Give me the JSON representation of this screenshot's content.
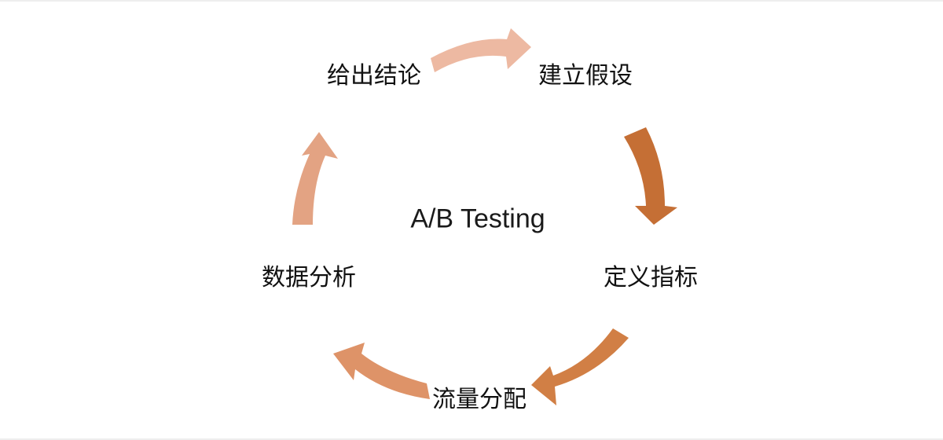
{
  "diagram": {
    "center_title": "A/B Testing",
    "steps": [
      {
        "id": "hypothesis",
        "label": "建立假设"
      },
      {
        "id": "metrics",
        "label": "定义指标"
      },
      {
        "id": "traffic",
        "label": "流量分配"
      },
      {
        "id": "analysis",
        "label": "数据分析"
      },
      {
        "id": "conclusion",
        "label": "给出结论"
      }
    ],
    "arrow_colors": {
      "conclusion_to_hypothesis": "#EDB9A2",
      "hypothesis_to_metrics": "#C56F35",
      "metrics_to_traffic": "#D17F45",
      "traffic_to_analysis": "#DE9368",
      "analysis_to_conclusion": "#E3A383"
    },
    "text_color": "#111111"
  }
}
